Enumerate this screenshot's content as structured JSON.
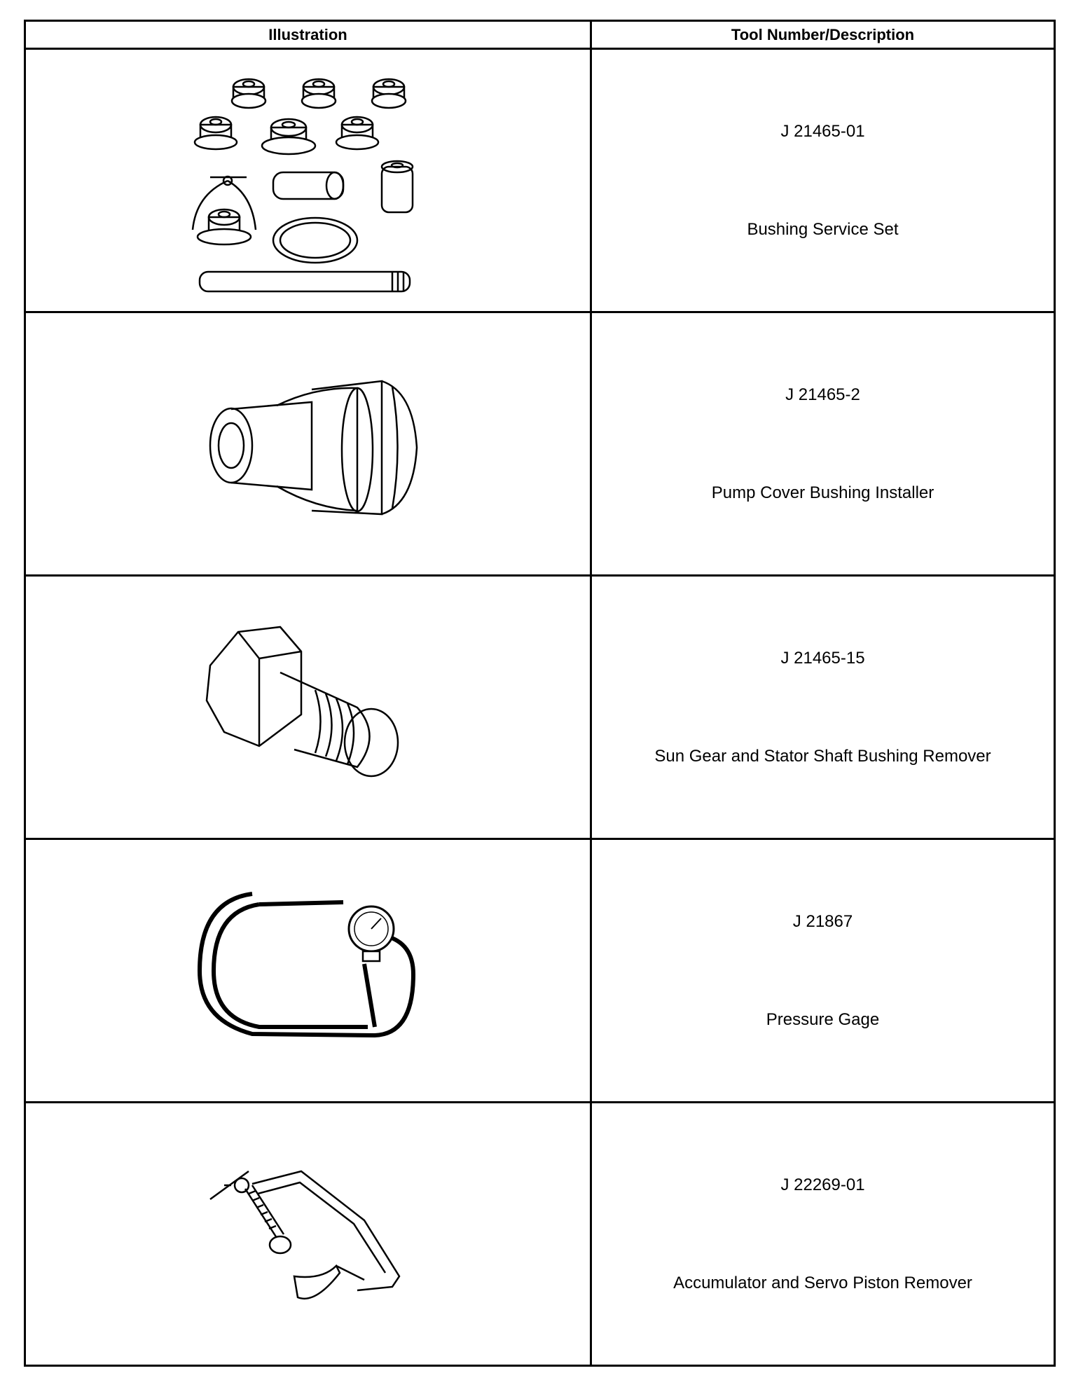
{
  "table": {
    "headers": {
      "illustration": "Illustration",
      "tool": "Tool Number/Description"
    },
    "rows": [
      {
        "number": "J 21465-01",
        "description": "Bushing Service Set",
        "illustration_icon": "bushing-service-set-icon"
      },
      {
        "number": "J 21465-2",
        "description": "Pump Cover Bushing Installer",
        "illustration_icon": "bushing-installer-icon"
      },
      {
        "number": "J 21465-15",
        "description": "Sun Gear and Stator Shaft Bushing Remover",
        "illustration_icon": "bushing-remover-icon"
      },
      {
        "number": "J 21867",
        "description": "Pressure Gage",
        "illustration_icon": "pressure-gage-icon"
      },
      {
        "number": "J 22269-01",
        "description": "Accumulator and Servo Piston Remover",
        "illustration_icon": "piston-remover-icon"
      }
    ]
  }
}
